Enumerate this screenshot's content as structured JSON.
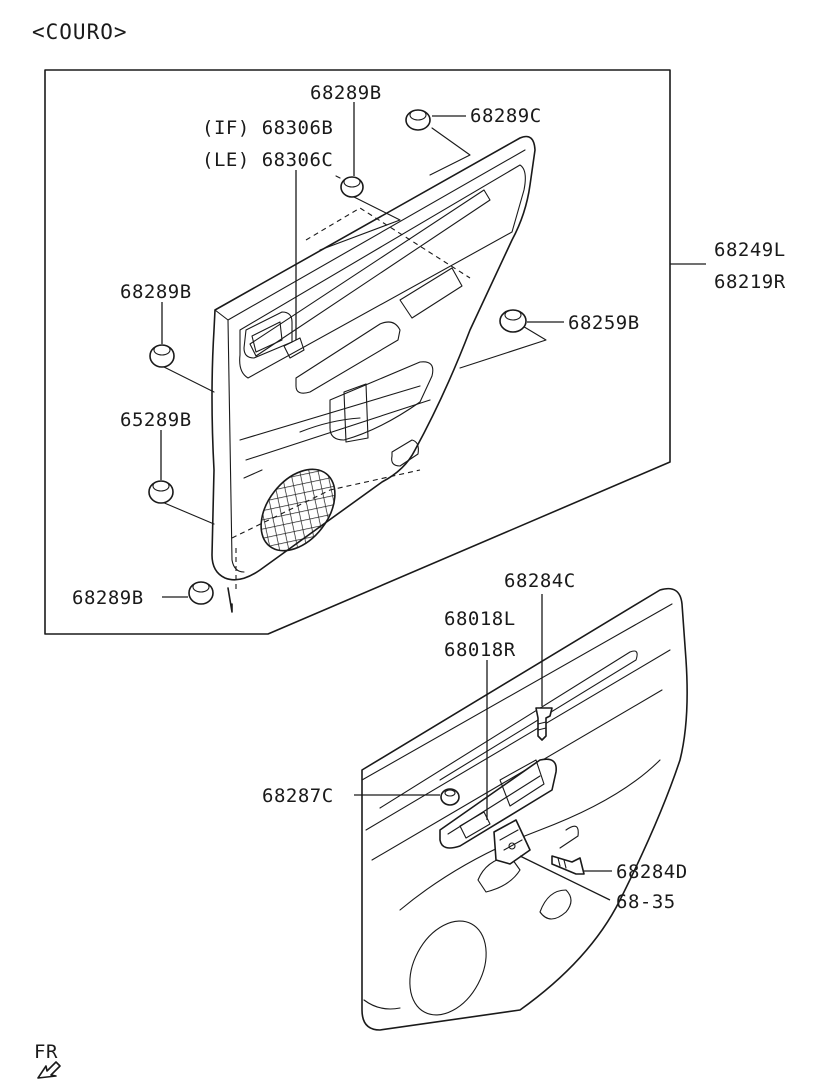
{
  "header": {
    "title": "<COURO>"
  },
  "labels": {
    "clip_top": "68289B",
    "clip_top_right": "68289C",
    "lamp_if": "(IF) 68306B",
    "lamp_le": "(LE) 68306C",
    "trim_left": "68249L",
    "trim_right": "68219R",
    "clip_left_upper": "68289B",
    "clip_right": "68259B",
    "clip_left_mid": "65289B",
    "clip_bottom": "68289B",
    "screw_top": "68284C",
    "switch_l": "68018L",
    "switch_r": "68018R",
    "clip_small": "68287C",
    "screw_bottom": "68284D",
    "bracket": "68-35"
  },
  "footer": {
    "direction_label": "FR"
  },
  "icons": {
    "direction_arrow": "front-arrow-icon"
  }
}
